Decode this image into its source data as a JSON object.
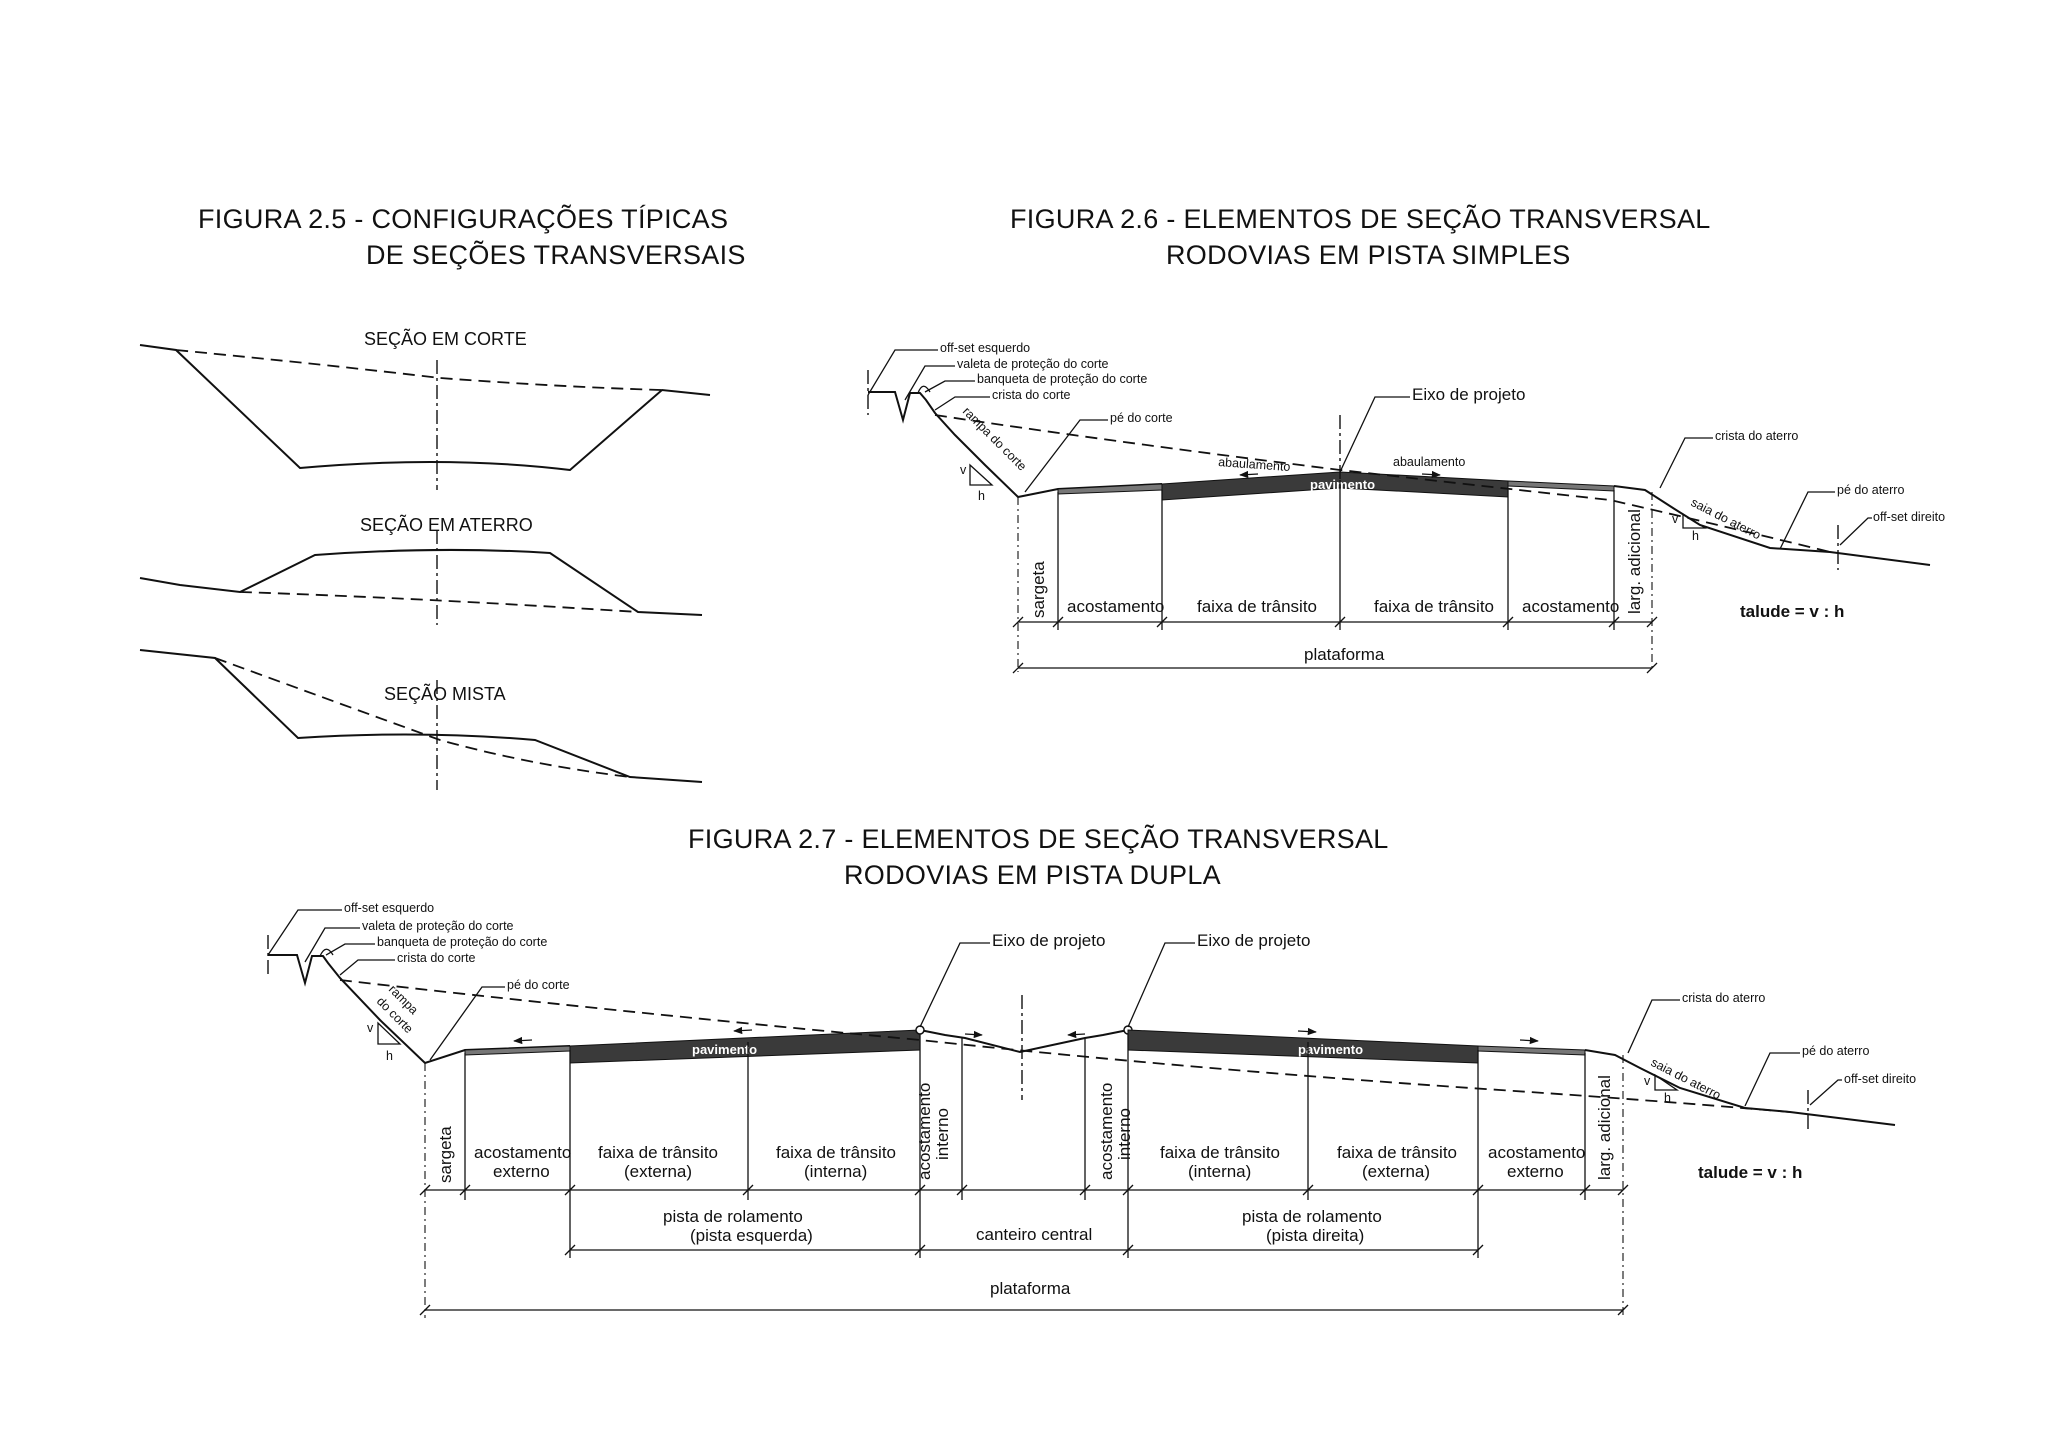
{
  "fig25": {
    "title_line1": "FIGURA 2.5 - CONFIGURAÇÕES TÍPICAS",
    "title_line2": "DE SEÇÕES TRANSVERSAIS",
    "corte": "SEÇÃO EM CORTE",
    "aterro": "SEÇÃO EM ATERRO",
    "mista": "SEÇÃO MISTA"
  },
  "fig26": {
    "title_line1": "FIGURA 2.6 - ELEMENTOS DE SEÇÃO TRANSVERSAL",
    "title_line2": "RODOVIAS EM PISTA SIMPLES",
    "offset_esq": "off-set esquerdo",
    "valeta": "valeta de proteção do corte",
    "banqueta": "banqueta de proteção do corte",
    "crista_corte": "crista do corte",
    "rampa_corte": "rampa do corte",
    "pe_corte": "pé do corte",
    "eixo": "Eixo de projeto",
    "abaulamento": "abaulamento",
    "pavimento": "pavimento",
    "crista_aterro": "crista do aterro",
    "saia_aterro": "saia do aterro",
    "pe_aterro": "pé do aterro",
    "offset_dir": "off-set direito",
    "v": "v",
    "h": "h",
    "sargeta": "sargeta",
    "acostamento": "acostamento",
    "faixa": "faixa de trânsito",
    "larg": "larg. adicional",
    "plataforma": "plataforma",
    "talude": "talude = v : h"
  },
  "fig27": {
    "title_line1": "FIGURA 2.7 - ELEMENTOS DE SEÇÃO TRANSVERSAL",
    "title_line2": "RODOVIAS EM PISTA DUPLA",
    "offset_esq": "off-set esquerdo",
    "valeta": "valeta de proteção do corte",
    "banqueta": "banqueta de proteção do corte",
    "crista_corte": "crista do corte",
    "rampa": "rampa",
    "do_corte": "do corte",
    "pe_corte": "pé do corte",
    "eixo": "Eixo de projeto",
    "pavimento": "pavimento",
    "crista_aterro": "crista do aterro",
    "saia_aterro": "saia do aterro",
    "pe_aterro": "pé do aterro",
    "offset_dir": "off-set direito",
    "v": "v",
    "h": "h",
    "sargeta": "sargeta",
    "acostamento": "acostamento",
    "externo": "externo",
    "interno": "interno",
    "faixa": "faixa de trânsito",
    "externa": "(externa)",
    "interna": "(interna)",
    "larg": "larg. adicional",
    "pista_rolamento": "pista de rolamento",
    "pista_esquerda": "(pista esquerda)",
    "pista_direita": "(pista direita)",
    "canteiro": "canteiro central",
    "plataforma": "plataforma",
    "talude": "talude = v : h"
  }
}
